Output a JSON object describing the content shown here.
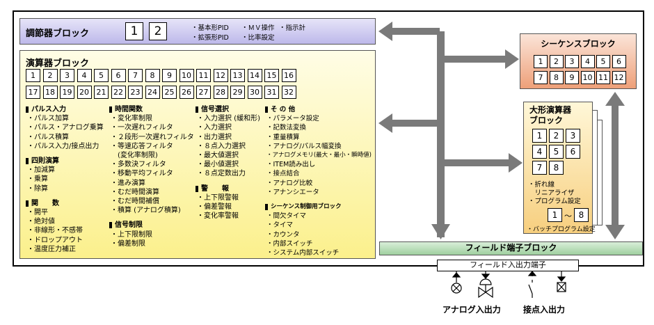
{
  "control_block": {
    "title": "調節器ブロック",
    "numbers": [
      "1",
      "2"
    ],
    "features": [
      "・基本形PID",
      "・ＭＶ操作",
      "・指示計",
      "・拡張形PID",
      "・比率設定"
    ]
  },
  "calc_block": {
    "title": "演算器ブロック",
    "numbers": [
      "1",
      "2",
      "3",
      "4",
      "5",
      "6",
      "7",
      "8",
      "9",
      "10",
      "11",
      "12",
      "13",
      "14",
      "15",
      "16",
      "17",
      "18",
      "19",
      "20",
      "21",
      "22",
      "23",
      "24",
      "25",
      "26",
      "27",
      "28",
      "29",
      "30",
      "31",
      "32"
    ],
    "columns": [
      {
        "groups": [
          {
            "heading": "パルス入力",
            "items": [
              "・パルス加算",
              "・パルス・アナログ乗算",
              "・パルス積算",
              "・パルス入力/接点出力"
            ]
          },
          {
            "heading": "四則演算",
            "items": [
              "・加減算",
              "・乗算",
              "・除算"
            ]
          },
          {
            "heading": "関　　数",
            "items": [
              "・開平",
              "・絶対値",
              "・非線形・不感帯",
              "・ドロップアウト",
              "・温度圧力補正"
            ]
          }
        ]
      },
      {
        "groups": [
          {
            "heading": "時間関数",
            "items": [
              "・変化率制限",
              "・一次遅れフィルタ",
              "・２段形一次遅れフィルタ",
              "・等速応答フィルタ",
              "　(変化率制限)",
              "・多数決フィルタ",
              "・移動平均フィルタ",
              "・進み演算",
              "・むだ時間演算",
              "・むだ時間補償",
              "・積算 (アナログ積算)"
            ]
          },
          {
            "heading": "信号制限",
            "items": [
              "・上下限制限",
              "・偏差制限"
            ]
          }
        ]
      },
      {
        "groups": [
          {
            "heading": "信号選択",
            "items": [
              "・入力選択 (緩和形)",
              "・入力選択",
              "・出力選択",
              "・８点入力選択",
              "・最大値選択",
              "・最小値選択",
              "・８点定数出力"
            ]
          },
          {
            "heading": "警　　報",
            "items": [
              "・上下限警報",
              "・偏差警報",
              "・変化率警報"
            ]
          }
        ]
      },
      {
        "groups": [
          {
            "heading": "そ の 他",
            "items": [
              "・パラメータ設定",
              "・記数法変換",
              "・重量積算",
              "・アナログ/パルス幅変換",
              "・アナログメモリ(最大・最小・瞬時値)",
              "・ITEM読み出し",
              "・接点結合",
              "・アナログ比較",
              "・アナンシエータ"
            ]
          },
          {
            "heading": "シーケンス制御用ブロック",
            "items": [
              "・間欠タイマ",
              "・タイマ",
              "・カウンタ",
              "・内部スイッチ",
              "・システム内部スイッチ"
            ]
          }
        ]
      }
    ]
  },
  "sequence_block": {
    "title": "シーケンスブロック",
    "numbers": [
      "1",
      "2",
      "3",
      "4",
      "5",
      "6",
      "7",
      "8",
      "9",
      "10",
      "11",
      "12"
    ]
  },
  "large_calc_block": {
    "title_line1": "大形演算器",
    "title_line2": "ブロック",
    "numbers": [
      "1",
      "2",
      "3",
      "4",
      "5",
      "6",
      "7",
      "8"
    ],
    "items": [
      "・折れ線",
      "　リニアライザ",
      "・プログラム設定"
    ],
    "range_start": "1",
    "range_sep": "～",
    "range_end": "8",
    "batch_label": "・バッチプログラム設定"
  },
  "field_block": {
    "title": "フィールド端子ブロック"
  },
  "field_terminal": {
    "title": "フィールド入出力端子"
  },
  "io_labels": {
    "analog": "アナログ入出力",
    "contact": "接点入出力"
  },
  "colors": {
    "control_bg": "#bdb8ea",
    "calc_bg": "#fbf08c",
    "sequence_bg": "#eea079",
    "large_calc_bg": "#f7cf7f",
    "field_bg": "#9fcf9f",
    "arrow": "#7a7a7a"
  }
}
